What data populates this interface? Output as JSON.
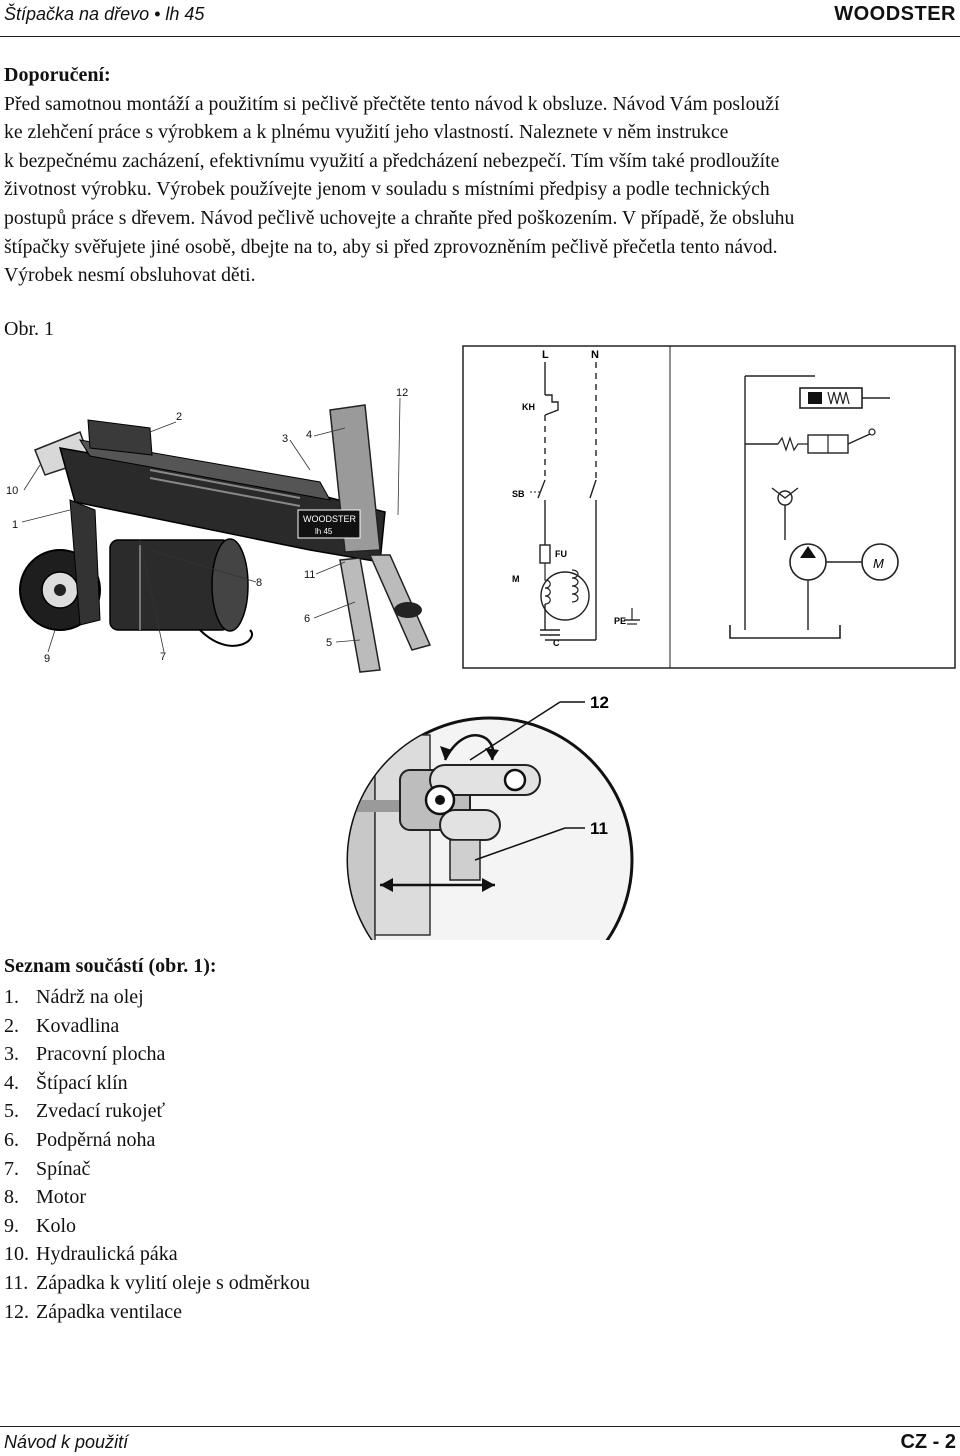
{
  "header": {
    "title": "Štípačka na dřevo • lh 45",
    "brand": "WOODSTER"
  },
  "intro": {
    "heading": "Doporučení:",
    "lines": [
      "Před samotnou montáží a použitím si pečlivě přečtěte tento návod k obsluze. Návod Vám poslouží",
      "ke zlehčení práce s výrobkem a k plnému využití jeho vlastností. Naleznete v něm instrukce",
      "k bezpečnému zacházení, efektivnímu využití a předcházení nebezpečí. Tím vším také prodloužíte",
      "životnost výrobku. Výrobek používejte jenom v souladu s místními předpisy a podle technických",
      "postupů práce s dřevem. Návod pečlivě uchovejte a chraňte před poškozením. V případě, že obsluhu",
      "štípačky svěřujete jiné osobě, dbejte na to, aby si před zprovozněním pečlivě přečetla tento návod.",
      "Výrobek nesmí obsluhovat děti."
    ]
  },
  "figure": {
    "caption": "Obr. 1",
    "machine_callouts": [
      "1",
      "2",
      "3",
      "4",
      "5",
      "6",
      "7",
      "8",
      "9",
      "10",
      "11",
      "12"
    ],
    "plate_text": [
      "WOODSTER",
      "lh 45"
    ],
    "circuit_labels": [
      "L",
      "N",
      "KH",
      "SB",
      "FU",
      "M",
      "PE",
      "C"
    ],
    "detail_callouts": [
      "12",
      "11"
    ]
  },
  "parts": {
    "title": "Seznam součástí (obr. 1):",
    "items": [
      {
        "num": "1.",
        "label": "Nádrž na olej"
      },
      {
        "num": "2.",
        "label": "Kovadlina"
      },
      {
        "num": "3.",
        "label": "Pracovní plocha"
      },
      {
        "num": "4.",
        "label": "Štípací klín"
      },
      {
        "num": "5.",
        "label": "Zvedací rukojeť"
      },
      {
        "num": "6.",
        "label": "Podpěrná noha"
      },
      {
        "num": "7.",
        "label": "Spínač"
      },
      {
        "num": "8.",
        "label": "Motor"
      },
      {
        "num": "9.",
        "label": "Kolo"
      },
      {
        "num": "10.",
        "label": "Hydraulická páka"
      },
      {
        "num": "11.",
        "label": "Západka k vylití oleje s odměrkou"
      },
      {
        "num": "12.",
        "label": "Západka ventilace"
      }
    ]
  },
  "footer": {
    "left": "Návod k použití",
    "right": "CZ - 2"
  }
}
